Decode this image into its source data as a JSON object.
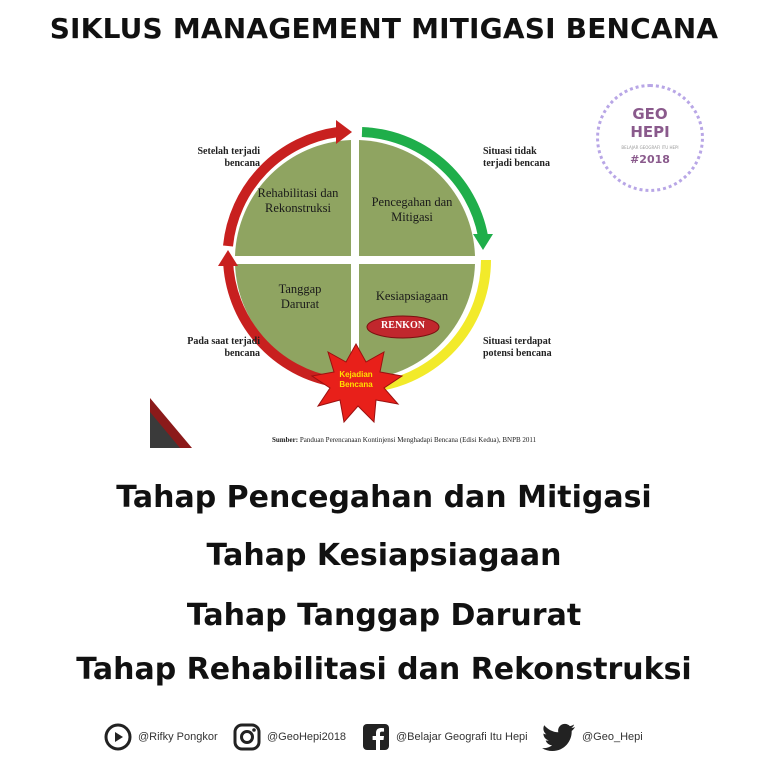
{
  "title": "SIKLUS MANAGEMENT MITIGASI BENCANA",
  "logo": {
    "line1": "GEO",
    "line2": "HEPI",
    "tagline": "BELAJAR GEOGRAFI ITU HEPI",
    "year": "#2018"
  },
  "diagram": {
    "quadrants": {
      "top_left": "Rehabilitasi dan Rekonstruksi",
      "top_right": "Pencegahan dan Mitigasi",
      "bottom_left": "Tanggap Darurat",
      "bottom_right": "Kesiapsiagaan"
    },
    "renkon": "RENKON",
    "event": "Kejadian Bencana",
    "outer_labels": {
      "top_left": "Setelah terjadi bencana",
      "top_right": "Situasi tidak terjadi bencana",
      "bottom_left": "Pada saat terjadi bencana",
      "bottom_right": "Situasi terdapat potensi bencana"
    },
    "source_label": "Sumber:",
    "source_text": "Panduan Perencanaan Kontinjensi Menghadapi Bencana (Edisi Kedua), BNPB 2011",
    "colors": {
      "quadrant": "#8fa461",
      "red_arrow": "#c8201f",
      "green_arrow": "#1fae4a",
      "yellow_arrow": "#f2ea2a",
      "renkon": "#c1272d"
    }
  },
  "stages": [
    "Tahap Pencegahan dan Mitigasi",
    "Tahap Kesiapsiagaan",
    "Tahap Tanggap Darurat",
    "Tahap Rehabilitasi dan Rekonstruksi"
  ],
  "social": [
    {
      "icon": "youtube-icon",
      "text": "@Rifky Pongkor"
    },
    {
      "icon": "instagram-icon",
      "text": "@GeoHepi2018"
    },
    {
      "icon": "facebook-icon",
      "text": "@Belajar Geografi Itu Hepi"
    },
    {
      "icon": "twitter-icon",
      "text": "@Geo_Hepi"
    }
  ]
}
